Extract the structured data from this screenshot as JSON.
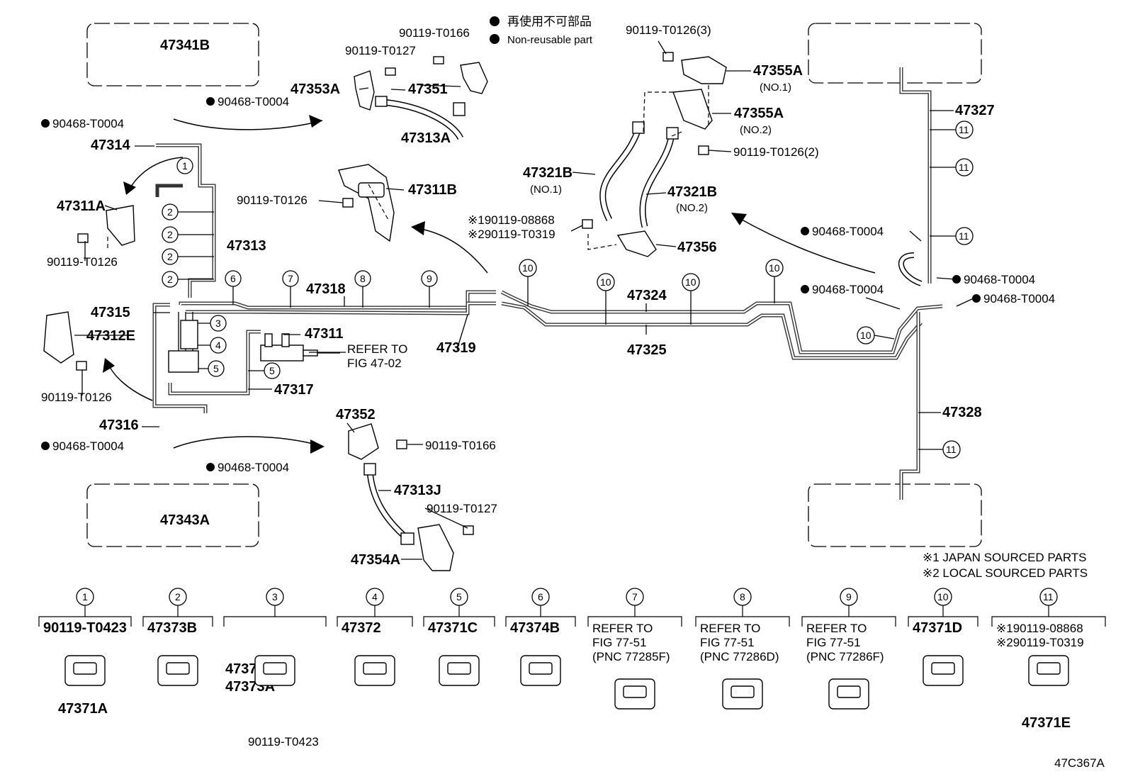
{
  "legend": {
    "japanese": "再使用不可部品",
    "english": "Non-reusable part"
  },
  "fig_id": "47C367A",
  "notes": {
    "n1": "※1 JAPAN SOURCED PARTS",
    "n2": "※2 LOCAL SOURCED PARTS"
  },
  "labels": {
    "p47341B": "47341B",
    "p90468_a": "90468-T0004",
    "p90468_b": "90468-T0004",
    "p47314": "47314",
    "p47311A": "47311A",
    "p90119_T0126_a": "90119-T0126",
    "p47313": "47313",
    "p47315": "47315",
    "p47312E": "47312E",
    "p90119_T0126_b": "90119-T0126",
    "p47316": "47316",
    "p90468_c": "90468-T0004",
    "p90468_d": "90468-T0004",
    "p47343A": "47343A",
    "p90119_T0166_a": "90119-T0166",
    "p90119_T0127_a": "90119-T0127",
    "p47353A": "47353A",
    "p47351": "47351",
    "p47313A": "47313A",
    "p47311B": "47311B",
    "p90119_T0126_c": "90119-T0126",
    "p47318": "47318",
    "p47311": "47311",
    "refer1": "REFER TO",
    "refer2": "FIG 47-02",
    "p47319": "47319",
    "p47317": "47317",
    "p47352": "47352",
    "p90119_T0166_b": "90119-T0166",
    "p47313J": "47313J",
    "p90119_T0127_b": "90119-T0127",
    "p47354A": "47354A",
    "p90119_T0126_3": "90119-T0126(3)",
    "p47355A_1": "47355A",
    "no1a": "(NO.1)",
    "p47355A_2": "47355A",
    "no2a": "(NO.2)",
    "p90119_T0126_2": "90119-T0126(2)",
    "p47321B_1": "47321B",
    "no1b": "(NO.1)",
    "p47321B_2": "47321B",
    "no2b": "(NO.2)",
    "x1_0886": "※190119-08868",
    "x2_T0319": "※290119-T0319",
    "p47356": "47356",
    "p47324": "47324",
    "p47325": "47325",
    "p47327": "47327",
    "p90468_e": "90468-T0004",
    "p90468_f": "90468-T0004",
    "p90468_g": "90468-T0004",
    "p90468_h": "90468-T0004",
    "p47328": "47328"
  },
  "clip_numbers": [
    "1",
    "2",
    "3",
    "4",
    "5",
    "6",
    "7",
    "8",
    "9",
    "10",
    "11"
  ],
  "bottom_parts": [
    {
      "num": "1",
      "lines": [
        "90119-T0423"
      ],
      "sub": "47371A"
    },
    {
      "num": "2",
      "lines": [
        "47373B"
      ],
      "sub": ""
    },
    {
      "num": "3",
      "lines": [
        "47375",
        "47373A"
      ],
      "sub": "90119-T0423"
    },
    {
      "num": "4",
      "lines": [
        "47372"
      ],
      "sub": ""
    },
    {
      "num": "5",
      "lines": [
        "47371C"
      ],
      "sub": ""
    },
    {
      "num": "6",
      "lines": [
        "47374B"
      ],
      "sub": ""
    },
    {
      "num": "7",
      "lines": [
        "REFER TO",
        "FIG 77-51",
        "(PNC 77285F)"
      ],
      "sub": ""
    },
    {
      "num": "8",
      "lines": [
        "REFER TO",
        "FIG 77-51",
        "(PNC 77286D)"
      ],
      "sub": ""
    },
    {
      "num": "9",
      "lines": [
        "REFER TO",
        "FIG 77-51",
        "(PNC 77286F)"
      ],
      "sub": ""
    },
    {
      "num": "10",
      "lines": [
        "47371D"
      ],
      "sub": ""
    },
    {
      "num": "11",
      "lines": [
        "※190119-08868",
        "※290119-T0319"
      ],
      "sub": "47371E"
    }
  ]
}
